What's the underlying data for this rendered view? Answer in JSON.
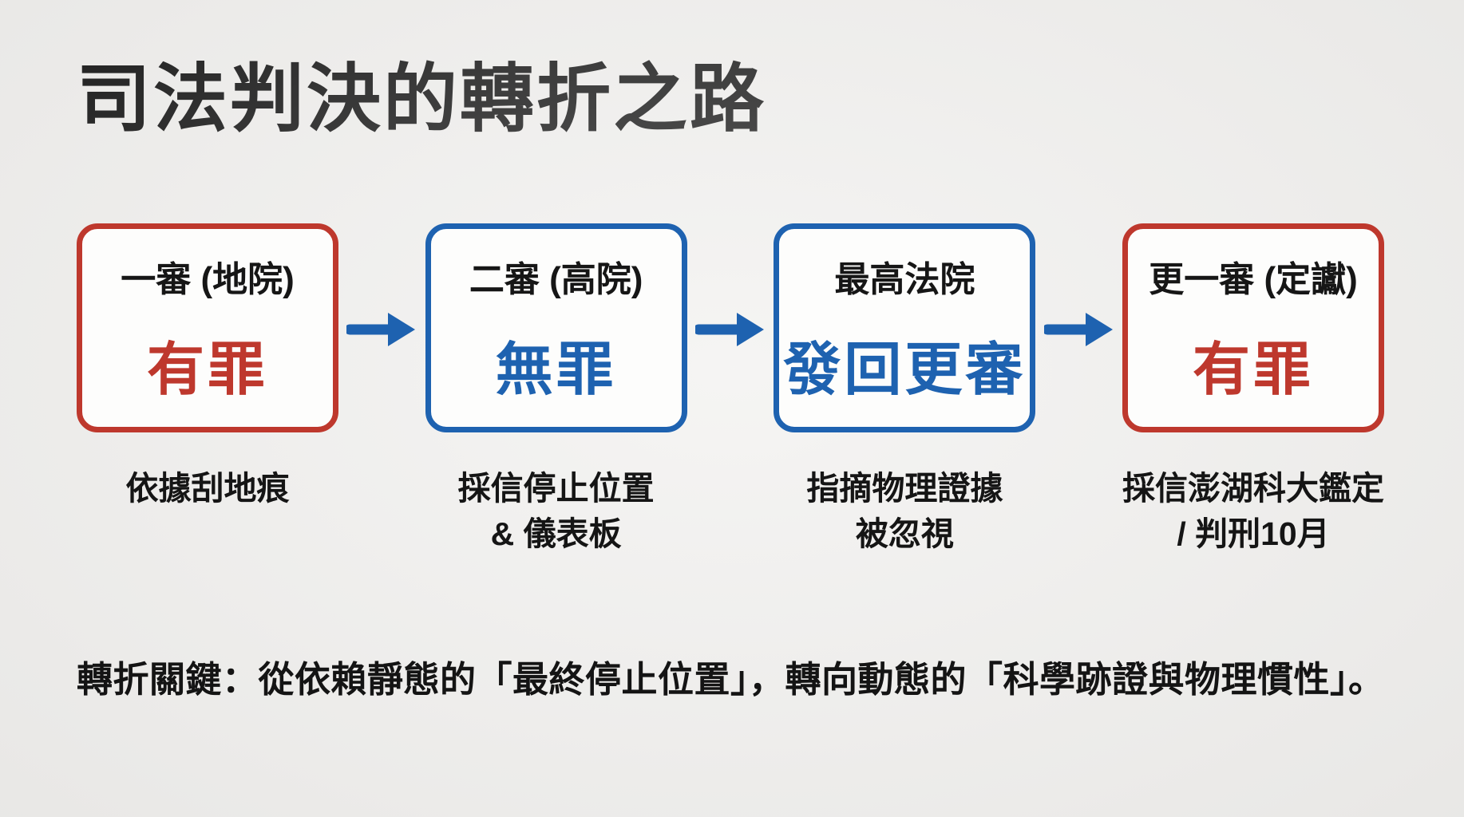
{
  "title": "司法判決的轉折之路",
  "flow": {
    "steps": [
      {
        "label": "一審 (地院)",
        "verdict": "有罪",
        "color": "red",
        "caption_line1": "依據刮地痕",
        "caption_line2": ""
      },
      {
        "label": "二審 (高院)",
        "verdict": "無罪",
        "color": "blue",
        "caption_line1": "採信停止位置",
        "caption_line2": "& 儀表板"
      },
      {
        "label": "最高法院",
        "verdict": "發回更審",
        "color": "blue",
        "caption_line1": "指摘物理證據",
        "caption_line2": "被忽視"
      },
      {
        "label": "更一審 (定讞)",
        "verdict": "有罪",
        "color": "red",
        "caption_line1": "採信澎湖科大鑑定",
        "caption_line2": "/ 判刑10月"
      }
    ]
  },
  "footer": {
    "note": "轉折關鍵：從依賴靜態的「最終停止位置」，轉向動態的「科學跡證與物理慣性」。"
  },
  "colors": {
    "red": "#be382d",
    "blue": "#1e62b0",
    "background": "#f0efed",
    "text": "#141414"
  }
}
